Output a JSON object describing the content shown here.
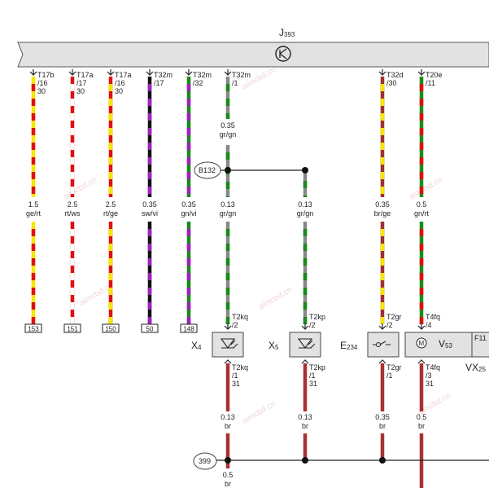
{
  "module": {
    "name": "J",
    "sub": "393"
  },
  "watermark": "aimcbd.cn",
  "ground_node": "399",
  "connector_node": "B132",
  "pins": [
    {
      "conn": "T17b",
      "pin": "/16",
      "extra": "30"
    },
    {
      "conn": "T17a",
      "pin": "/17",
      "extra": "30"
    },
    {
      "conn": "T17a",
      "pin": "/16",
      "extra": "30"
    },
    {
      "conn": "T32m",
      "pin": "/17",
      "extra": ""
    },
    {
      "conn": "T32m",
      "pin": "/32",
      "extra": ""
    },
    {
      "conn": "T32m",
      "pin": "/1",
      "extra": ""
    },
    {
      "conn": "T32d",
      "pin": "/30",
      "extra": ""
    },
    {
      "conn": "T20e",
      "pin": "/11",
      "extra": ""
    }
  ],
  "wires": [
    {
      "size": "1.5",
      "color": "ge/rt",
      "c1": "#f5e600",
      "c2": "#e01010"
    },
    {
      "size": "2.5",
      "color": "rt/ws",
      "c1": "#e01010",
      "c2": "#ffffff"
    },
    {
      "size": "2.5",
      "color": "rt/ge",
      "c1": "#e01010",
      "c2": "#f5e600"
    },
    {
      "size": "0.35",
      "color": "sw/vi",
      "c1": "#111111",
      "c2": "#a020c0"
    },
    {
      "size": "0.35",
      "color": "gn/vi",
      "c1": "#1a8a1a",
      "c2": "#a020c0"
    },
    {
      "size": "0.13",
      "color": "gr/gn",
      "c1": "#888888",
      "c2": "#1a8a1a"
    },
    {
      "size": "0.13",
      "color": "gr/gn",
      "c1": "#888888",
      "c2": "#1a8a1a"
    },
    {
      "size": "0.35",
      "color": "br/ge",
      "c1": "#a03030",
      "c2": "#f5e600"
    },
    {
      "size": "0.5",
      "color": "gn/rt",
      "c1": "#1a8a1a",
      "c2": "#e01010"
    }
  ],
  "upper_wire": {
    "size": "0.35",
    "color": "gr/gn"
  },
  "terminals": [
    "153",
    "151",
    "150",
    "50",
    "148"
  ],
  "components": [
    {
      "name": "X",
      "sub": "4",
      "top_conn": "T2kq",
      "top_pin": "/2",
      "bot_conn": "T2kq",
      "bot_pin": "/1",
      "bot_extra": "31"
    },
    {
      "name": "X",
      "sub": "5",
      "top_conn": "T2kp",
      "top_pin": "/2",
      "bot_conn": "T2kp",
      "bot_pin": "/1",
      "bot_extra": "31"
    },
    {
      "name": "E",
      "sub": "234",
      "top_conn": "T2gr",
      "top_pin": "/2",
      "bot_conn": "T2gr",
      "bot_pin": "/1",
      "bot_extra": ""
    },
    {
      "name": "V",
      "sub": "53",
      "top_conn": "T4fq",
      "top_pin": "/4",
      "bot_conn": "T4fq",
      "bot_pin": "/3",
      "bot_extra": "31"
    }
  ],
  "partial_labels": {
    "f_label": "F11",
    "vx": "VX",
    "vx_sub": "25"
  },
  "ground_wires": [
    {
      "size": "0.13",
      "color": "br"
    },
    {
      "size": "0.13",
      "color": "br"
    },
    {
      "size": "0.35",
      "color": "br"
    },
    {
      "size": "0.5",
      "color": "br"
    }
  ],
  "bottom_wire": {
    "size": "0.5",
    "color": "br"
  },
  "colors": {
    "brown": "#a83232",
    "module_fill": "#e2e2e2"
  }
}
